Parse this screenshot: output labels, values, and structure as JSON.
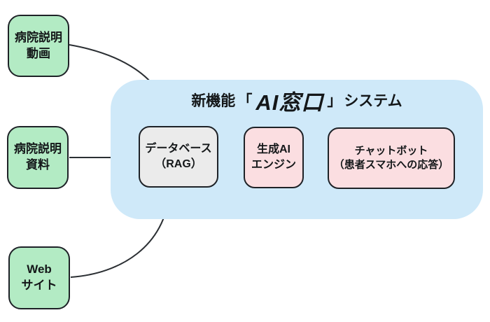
{
  "diagram": {
    "kind": "flow-diagram",
    "background": "#ffffff"
  },
  "sources": [
    {
      "id": "hospital-video",
      "lines": [
        "病院説明",
        "動画"
      ]
    },
    {
      "id": "hospital-docs",
      "lines": [
        "病院説明",
        "資料"
      ]
    },
    {
      "id": "web-site",
      "lines": [
        "Web",
        "サイト"
      ]
    }
  ],
  "system": {
    "title": {
      "prefix": "新機能",
      "bracket_open": "「",
      "highlight": "AI窓口",
      "bracket_close": "」",
      "suffix": "システム"
    },
    "nodes": [
      {
        "id": "database",
        "lines": [
          "データベース",
          "（RAG）"
        ]
      },
      {
        "id": "engine",
        "lines": [
          "生成AI",
          "エンジン"
        ]
      },
      {
        "id": "chatbot",
        "lines": [
          "チャットボット",
          "（患者スマホへの応答）"
        ]
      }
    ]
  },
  "arrows": [
    {
      "from": "hospital-video",
      "to": "database"
    },
    {
      "from": "hospital-docs",
      "to": "database"
    },
    {
      "from": "web-site",
      "to": "database"
    },
    {
      "from": "database",
      "to": "engine"
    },
    {
      "from": "engine",
      "to": "chatbot"
    }
  ],
  "colors": {
    "source_fill": "#b3ebc4",
    "system_fill": "#cfe9f9",
    "database_fill": "#ebebeb",
    "ai_fill": "#fbdee1",
    "border": "#1e2227",
    "arrow": "#2b2f33"
  }
}
